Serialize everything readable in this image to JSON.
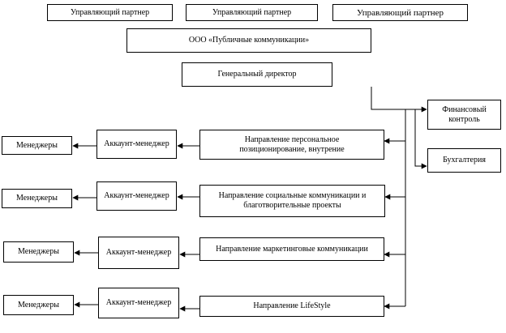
{
  "partners": [
    "Управляющий партнер",
    "Управляющий партнер",
    "Управляющий партнер"
  ],
  "company": "ООО «Публичные коммуникации»",
  "director": "Генеральный директор",
  "finance": "Финансовый контроль",
  "accounting": "Бухгалтерия",
  "directions": [
    "Направление персональное позиционирование, внутрение",
    "Направление социальные коммуникации и благотворительные проекты",
    "Направление маркетинговые коммуникации",
    "Направление LifeStyle"
  ],
  "account_manager": "Аккаунт-менеджер",
  "managers": "Менеджеры",
  "colors": {
    "line": "#000000",
    "fill": "#ffffff"
  }
}
